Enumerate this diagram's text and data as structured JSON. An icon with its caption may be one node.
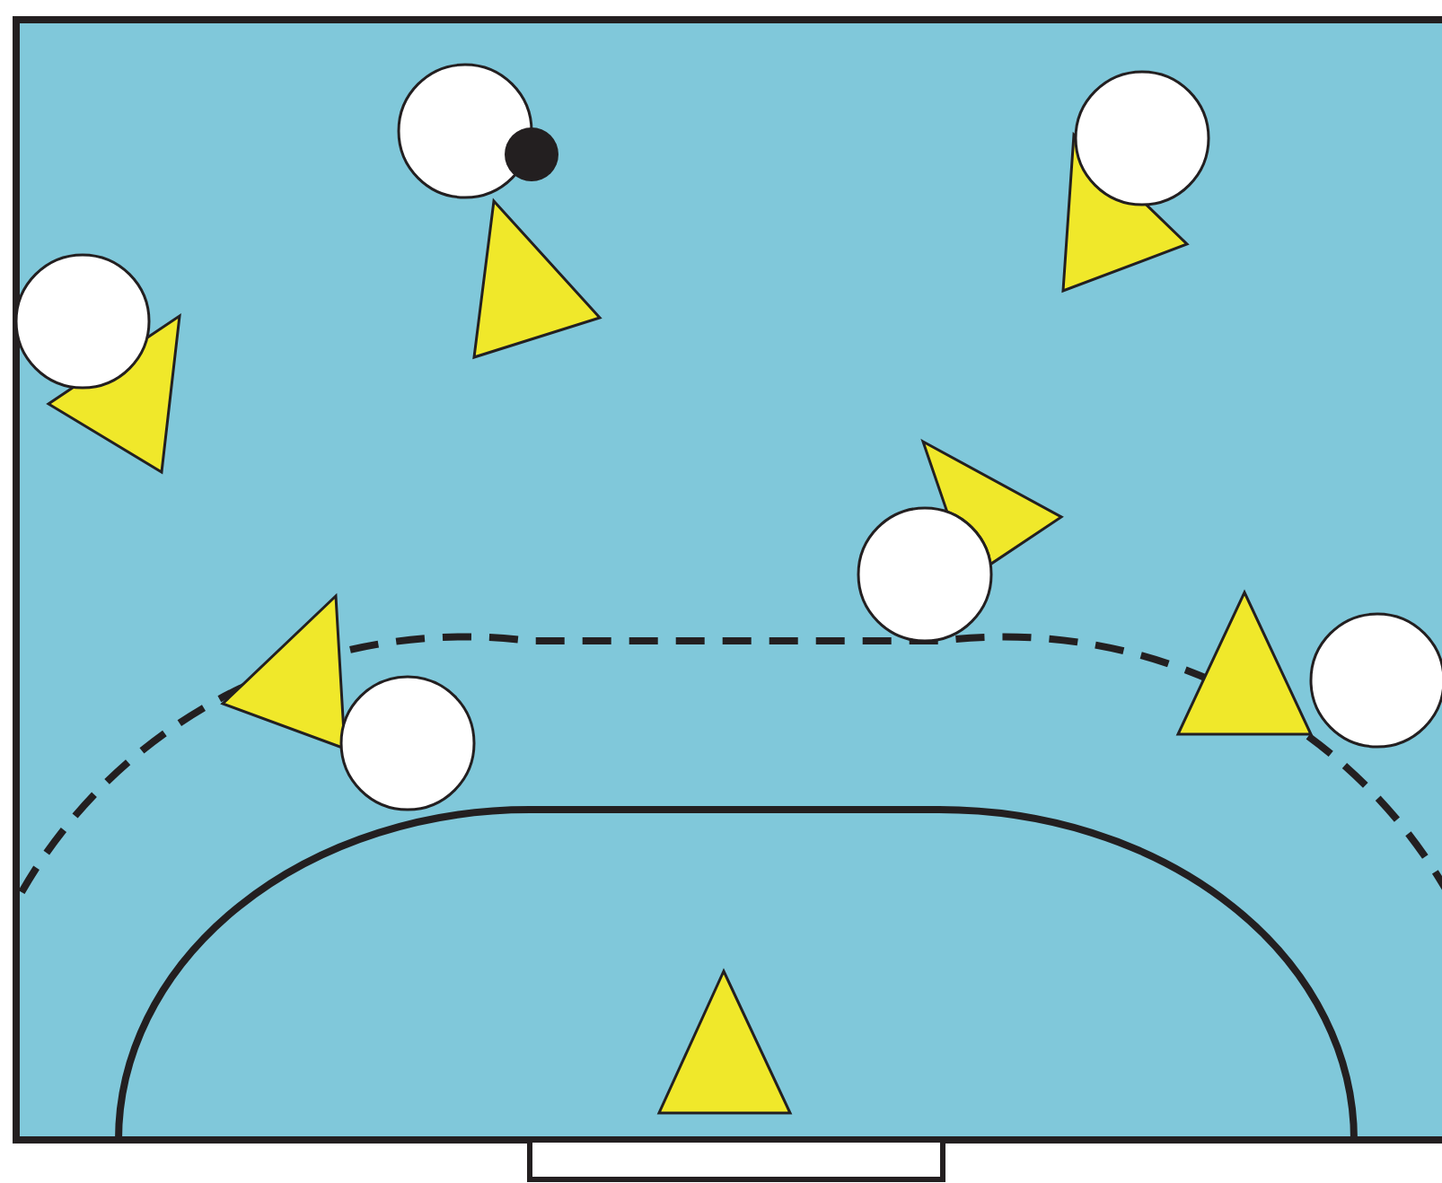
{
  "diagram": {
    "nodes": [
      {
        "text": [],
        "shape": "circle"
      },
      {
        "text": [],
        "shape": "circle"
      },
      {
        "text": [],
        "shape": "circle"
      },
      {
        "text": [],
        "shape": "triangle"
      },
      {
        "text": [],
        "shape": "triangle"
      },
      {
        "text": [],
        "shape": "circle"
      },
      {
        "text": [],
        "shape": "triangle"
      },
      {
        "text": [],
        "shape": "triangle"
      },
      {
        "text": [],
        "shape": "circle"
      },
      {
        "text": [],
        "shape": "triangle"
      },
      {
        "text": [],
        "shape": "triangle"
      },
      {
        "text": [],
        "shape": "circle"
      },
      {
        "text": [],
        "shape": "circle"
      },
      {
        "text": [],
        "shape": "triangle"
      }
    ]
  }
}
